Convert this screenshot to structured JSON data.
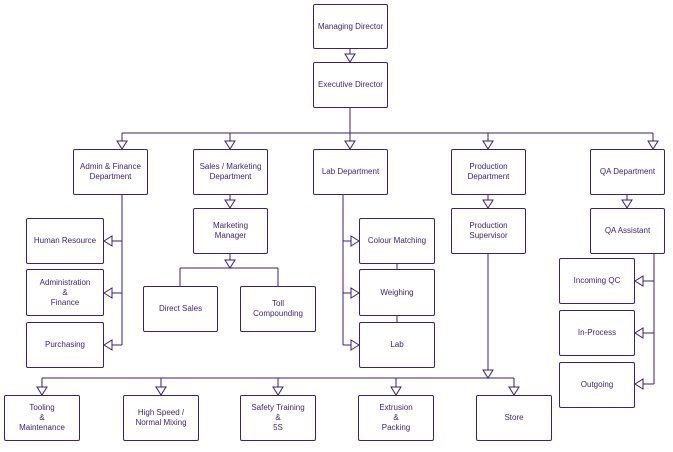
{
  "diagram": {
    "type": "org-chart",
    "colors": {
      "line": "#3f1f6e",
      "box_border": "#3f1f6e",
      "text": "#3f1f6e",
      "background": "#ffffff"
    },
    "nodes": {
      "managing_director": "Managing Director",
      "executive_director": "Executive Director",
      "admin_finance": "Admin & Finance\nDepartment",
      "sales_marketing": "Sales / Marketing\nDepartment",
      "lab": "Lab Department",
      "production": "Production\nDepartment",
      "qa": "QA Department",
      "human_resource": "Human Resource",
      "administration_finance": "Administration\n&\nFinance",
      "purchasing": "Purchasing",
      "marketing_manager": "Marketing\nManager",
      "direct_sales": "Direct Sales",
      "toll_compounding": "Toll\nCompounding",
      "colour_matching": "Colour Matching",
      "weighing": "Weighing",
      "lab_unit": "Lab",
      "production_supervisor": "Production\nSupervisor",
      "qa_assistant": "QA Assistant",
      "incoming_qc": "Incoming QC",
      "in_process": "In-Process",
      "outgoing": "Outgoing",
      "tooling_maintenance": "Tooling\n&\nMaintenance",
      "high_speed_mixing": "High Speed /\nNormal Mixing",
      "safety_training": "Safety Training\n&\n5S",
      "extrusion_packing": "Extrusion\n&\nPacking",
      "store": "Store"
    }
  }
}
